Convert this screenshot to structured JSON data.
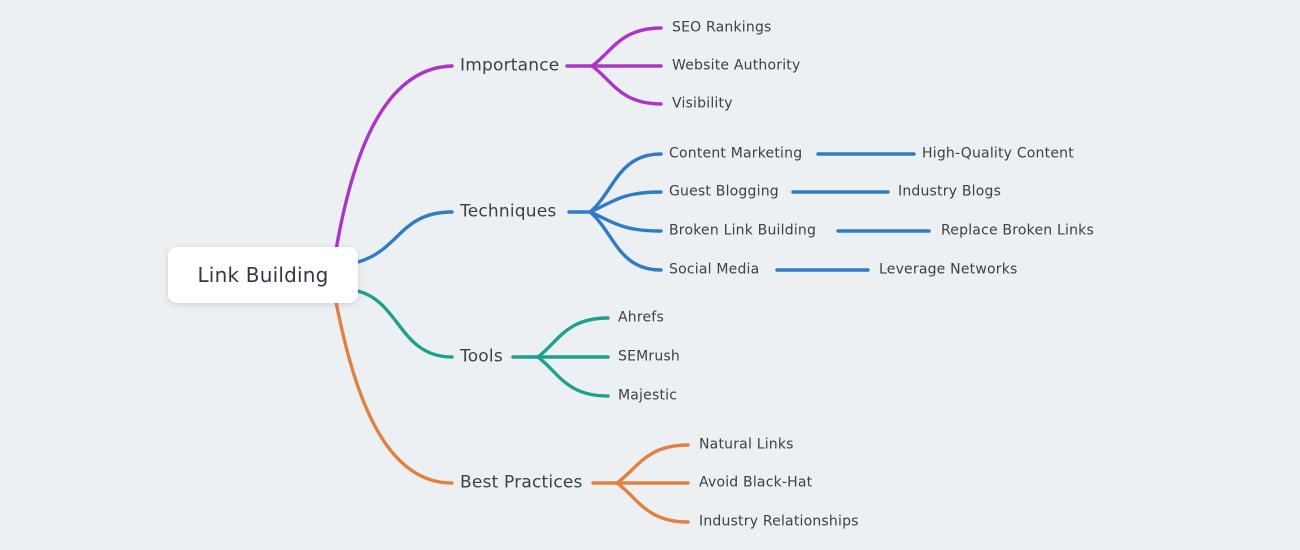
{
  "title": "Link Building mind map",
  "colors": {
    "background": "#edf0f3",
    "text": "#3a4147",
    "node_background": "#ffffff",
    "importance": "#ab35c9",
    "techniques": "#2f7bc4",
    "tools": "#1ca18a",
    "best_practices": "#e08142"
  },
  "root": {
    "label": "Link Building"
  },
  "branches": [
    {
      "id": "importance",
      "label": "Importance",
      "color": "#ab35c9",
      "children": [
        {
          "label": "SEO Rankings"
        },
        {
          "label": "Website Authority"
        },
        {
          "label": "Visibility"
        }
      ]
    },
    {
      "id": "techniques",
      "label": "Techniques",
      "color": "#2f7bc4",
      "children": [
        {
          "label": "Content Marketing",
          "children": [
            {
              "label": "High-Quality Content"
            }
          ]
        },
        {
          "label": "Guest Blogging",
          "children": [
            {
              "label": "Industry Blogs"
            }
          ]
        },
        {
          "label": "Broken Link Building",
          "children": [
            {
              "label": "Replace Broken Links"
            }
          ]
        },
        {
          "label": "Social Media",
          "children": [
            {
              "label": "Leverage Networks"
            }
          ]
        }
      ]
    },
    {
      "id": "tools",
      "label": "Tools",
      "color": "#1ca18a",
      "children": [
        {
          "label": "Ahrefs"
        },
        {
          "label": "SEMrush"
        },
        {
          "label": "Majestic"
        }
      ]
    },
    {
      "id": "best_practices",
      "label": "Best Practices",
      "color": "#e08142",
      "children": [
        {
          "label": "Natural Links"
        },
        {
          "label": "Avoid Black-Hat"
        },
        {
          "label": "Industry Relationships"
        }
      ]
    }
  ]
}
